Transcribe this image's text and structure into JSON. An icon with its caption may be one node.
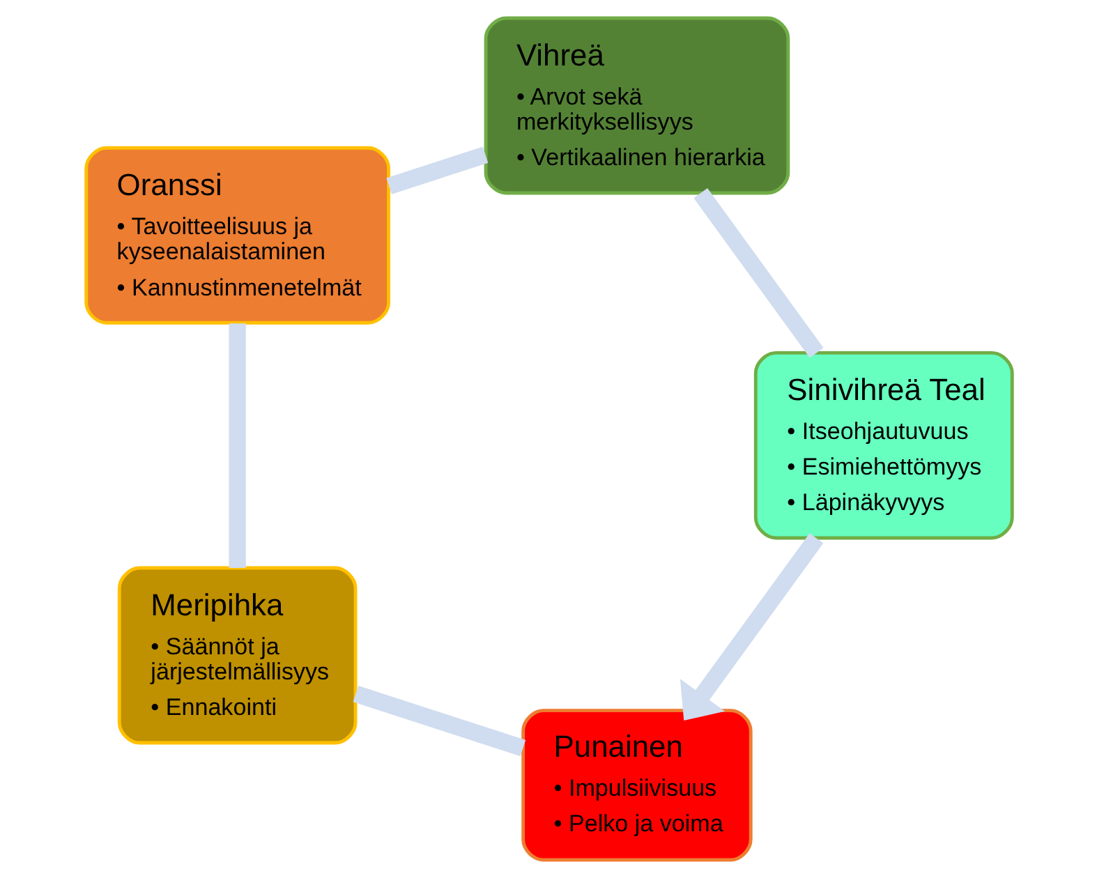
{
  "diagram": {
    "nodes": [
      {
        "text": [
          "Punainen",
          "• Impulsiivisuus",
          "• Pelko ja voima"
        ]
      },
      {
        "text": [
          "Meripihka",
          "• Säännöt ja järjestelmällisyys",
          "• Ennakointi"
        ]
      },
      {
        "text": [
          "Oranssi",
          "• Tavoitteelisuus ja kyseenalaistaminen",
          "• Kannustinmenetelmät"
        ]
      },
      {
        "text": [
          "Vihreä",
          "• Arvot sekä merkityksellisyys",
          "• Vertikaalinen hierarkia"
        ]
      },
      {
        "text": [
          "Sinivihreä Teal",
          "• Itseohjautuvuus",
          "• Esimiehettömyys",
          "• Läpinäkyvyys"
        ]
      }
    ],
    "edges": [
      {
        "from": 0,
        "to": 1,
        "arrow": "none"
      },
      {
        "from": 1,
        "to": 2,
        "arrow": "none"
      },
      {
        "from": 2,
        "to": 3,
        "arrow": "none"
      },
      {
        "from": 3,
        "to": 4,
        "arrow": "none"
      },
      {
        "from": 4,
        "to": 0,
        "arrow": "to"
      }
    ]
  }
}
